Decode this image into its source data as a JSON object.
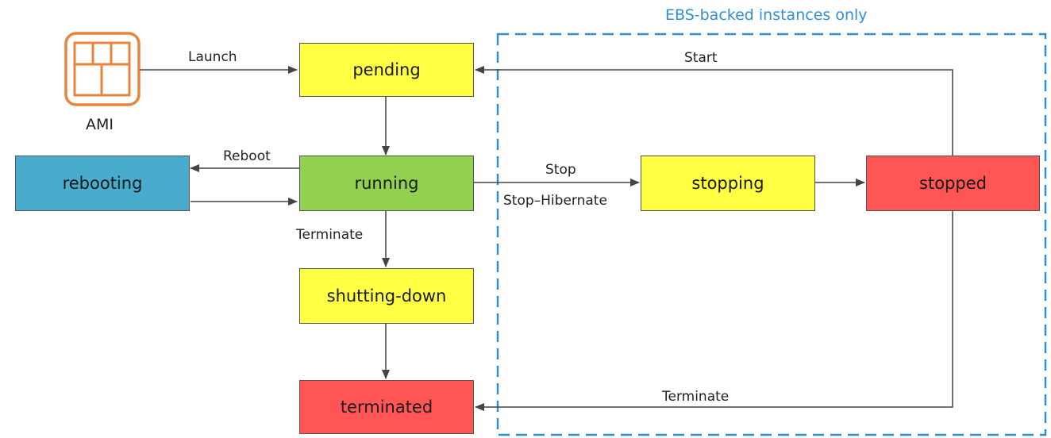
{
  "region": {
    "label": "EBS-backed instances only",
    "border_color": "#2f8fd0"
  },
  "ami": {
    "label": "AMI",
    "icon": "ami-icon",
    "color": "#e8843b"
  },
  "states": {
    "pending": {
      "label": "pending",
      "color": "#ffff44"
    },
    "running": {
      "label": "running",
      "color": "#92d050"
    },
    "rebooting": {
      "label": "rebooting",
      "color": "#4aaccc"
    },
    "shutting_down": {
      "label": "shutting-down",
      "color": "#ffff44"
    },
    "terminated": {
      "label": "terminated",
      "color": "#ff5555"
    },
    "stopping": {
      "label": "stopping",
      "color": "#ffff44"
    },
    "stopped": {
      "label": "stopped",
      "color": "#ff5555"
    }
  },
  "transitions": {
    "launch": "Launch",
    "reboot": "Reboot",
    "terminate_running": "Terminate",
    "stop": "Stop",
    "stop_hibernate": "Stop–Hibernate",
    "start": "Start",
    "terminate_stopped": "Terminate"
  }
}
